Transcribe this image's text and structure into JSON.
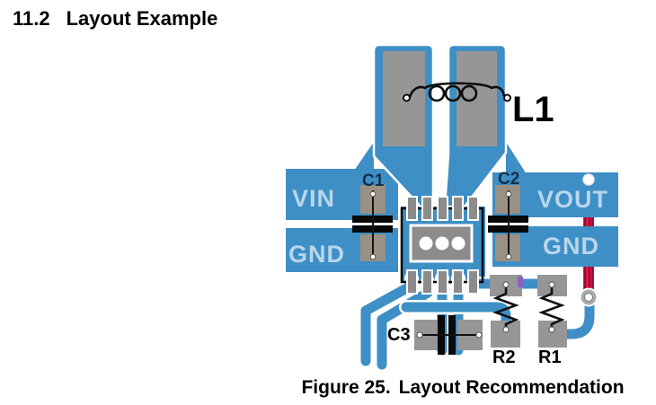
{
  "page": {
    "section_number": "11.2",
    "section_title": "Layout Example"
  },
  "figure": {
    "caption_label": "Figure 25.",
    "caption_title": "Layout Recommendation",
    "components": {
      "inductor": "L1",
      "input_cap": "C1",
      "output_cap": "C2",
      "bypass_cap": "C3",
      "resistor_r1": "R1",
      "resistor_r2": "R2"
    },
    "nets": {
      "vin": "VIN",
      "gnd_left": "GND",
      "vout": "VOUT",
      "gnd_right": "GND"
    }
  },
  "colors": {
    "copper": "#3E8FC5",
    "pad": "#969696",
    "pad-tan": "#9a9083",
    "ic-pad": "#8c8c8c",
    "silk-navy": "#132f4e",
    "net-text": "#b7d6ec",
    "red": "#DE1549",
    "red-dark": "#8e0e31"
  }
}
